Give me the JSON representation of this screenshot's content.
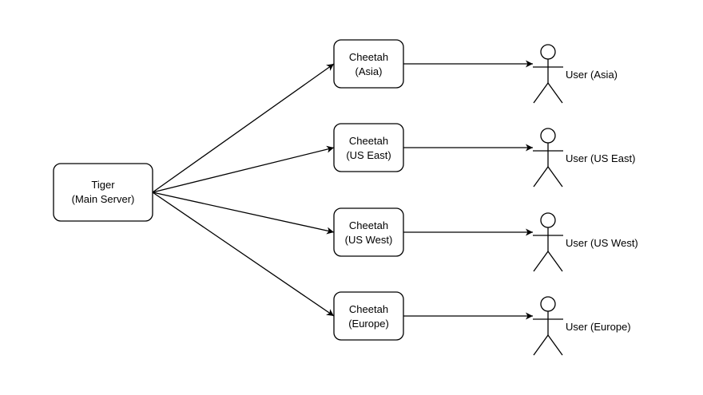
{
  "main_server": {
    "line1": "Tiger",
    "line2": "(Main Server)"
  },
  "edge_servers": [
    {
      "line1": "Cheetah",
      "line2": "(Asia)"
    },
    {
      "line1": "Cheetah",
      "line2": "(US East)"
    },
    {
      "line1": "Cheetah",
      "line2": "(US West)"
    },
    {
      "line1": "Cheetah",
      "line2": "(Europe)"
    }
  ],
  "users": [
    {
      "label": "User (Asia)"
    },
    {
      "label": "User (US East)"
    },
    {
      "label": "User (US West)"
    },
    {
      "label": "User (Europe)"
    }
  ],
  "colors": {
    "stroke": "#000000",
    "fill": "#ffffff",
    "text": "#000000"
  }
}
